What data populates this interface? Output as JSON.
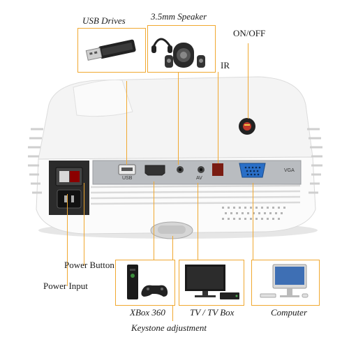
{
  "labels": {
    "usb_drives": "USB Drives",
    "speaker": "3.5mm Speaker",
    "on_off": "ON/OFF",
    "ir": "IR",
    "power_button": "Power Button",
    "power_input": "Power Input",
    "xbox": "XBox 360",
    "tv": "TV / TV Box",
    "computer": "Computer",
    "keystone": "Keystone adjustment"
  },
  "ports": {
    "usb": "USB",
    "av": "AV",
    "vga": "VGA"
  },
  "colors": {
    "accent": "#f0a830",
    "body": "#f2f2f2",
    "panel": "#b9bcc0"
  },
  "icons": [
    "usb-drive-icon",
    "speaker-icon",
    "headphones-icon",
    "xbox-icon",
    "tv-icon",
    "computer-icon",
    "power-switch-icon",
    "projector-icon"
  ]
}
